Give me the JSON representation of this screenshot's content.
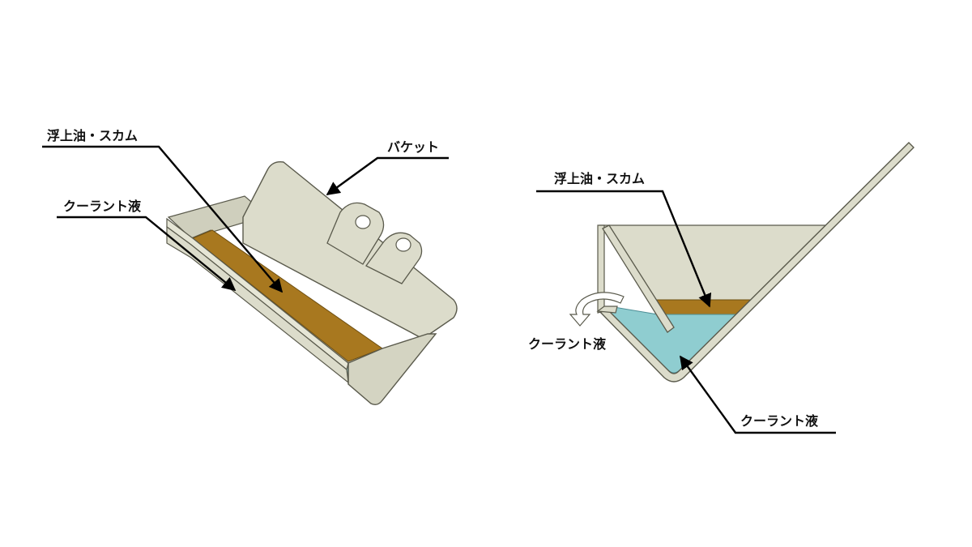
{
  "left_view": {
    "label_oil_scum": "浮上油・スカム",
    "label_bucket": "バケット",
    "label_coolant": "クーラント液"
  },
  "right_view": {
    "label_oil_scum": "浮上油・スカム",
    "label_coolant_overflow": "クーラント液",
    "label_coolant": "クーラント液"
  },
  "colors": {
    "metal": "#dcdccb",
    "metal_edge": "#5a5a4c",
    "oil": "#a8781f",
    "coolant_left": "#9fdfe6",
    "coolant_right": "#8fcdd0",
    "leader": "#000000"
  }
}
